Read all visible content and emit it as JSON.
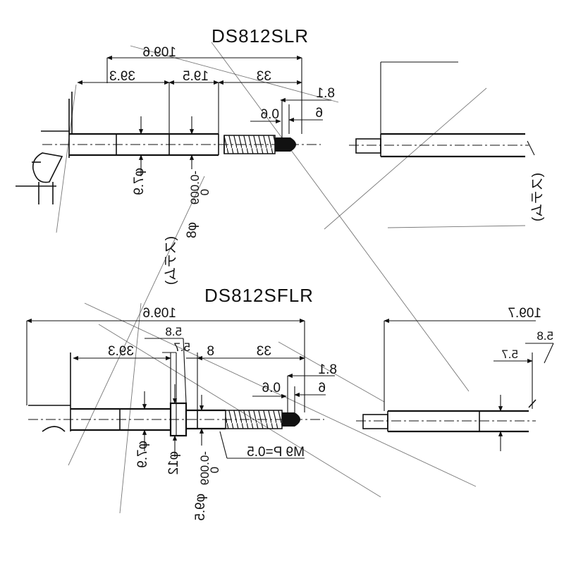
{
  "models": {
    "top": "DS812SLR",
    "bottom": "DS812SFLR"
  },
  "top_dims": {
    "overall": "109.6",
    "left_seg": "39.3",
    "mid_seg": "19.5",
    "right_seg": "33",
    "tip_a": "8.1",
    "tip_b": "0.6",
    "tip_c": "6",
    "dia_body": "φ7.9",
    "dia_tol": "φ8",
    "tol_upper": "0",
    "tol_lower": "-0.009",
    "stem_note": "(ステム)"
  },
  "top_right_dims": {
    "stem_note": "(ステム)"
  },
  "bottom_dims": {
    "overall": "109.6",
    "left_seg": "39.3",
    "flange_a": "5.8",
    "flange_b": "5.7",
    "mid_seg": "8",
    "right_seg": "33",
    "tip_a": "8.1",
    "tip_b": "0.6",
    "tip_c": "6",
    "dia_body": "φ7.9",
    "dia_flange": "φ12",
    "dia_tol": "φ9.5",
    "tol_upper": "0",
    "tol_lower": "-0.009",
    "thread": "M9 P=0.5"
  },
  "bottom_right_dims": {
    "overall": "109.7",
    "flange_a": "5.8",
    "flange_b": "5.7"
  }
}
